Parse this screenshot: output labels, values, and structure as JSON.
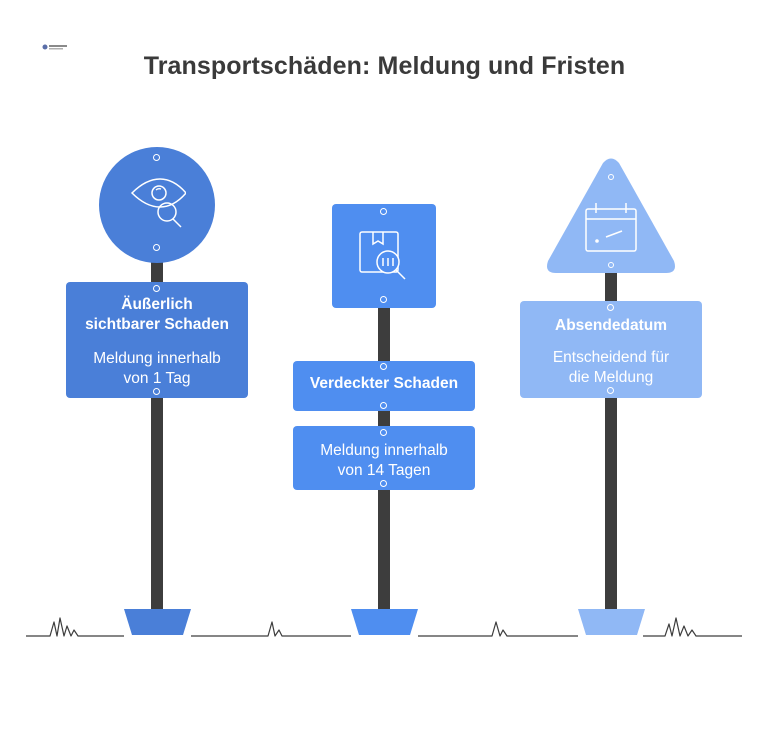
{
  "title": "Transportschäden: Meldung und Fristen",
  "colors": {
    "sign_left": "#4a7fd8",
    "sign_middle": "#4f8ef0",
    "sign_right": "#90b8f5",
    "pole": "#3d3d3d",
    "ground": "#3d3d3d"
  },
  "signs": {
    "left": {
      "icon": "eye-magnifier-icon",
      "heading": "Äußerlich sichtbarer Schaden",
      "heading_line1": "Äußerlich",
      "heading_line2": "sichtbarer Schaden",
      "text_line1": "Meldung innerhalb",
      "text_line2": "von 1 Tag"
    },
    "middle": {
      "icon": "package-search-icon",
      "heading": "Verdeckter Schaden",
      "text_line1": "Meldung innerhalb",
      "text_line2": "von 14 Tagen"
    },
    "right": {
      "icon": "calendar-icon",
      "heading": "Absendedatum",
      "text_line1": "Entscheidend für",
      "text_line2": "die Meldung"
    }
  }
}
